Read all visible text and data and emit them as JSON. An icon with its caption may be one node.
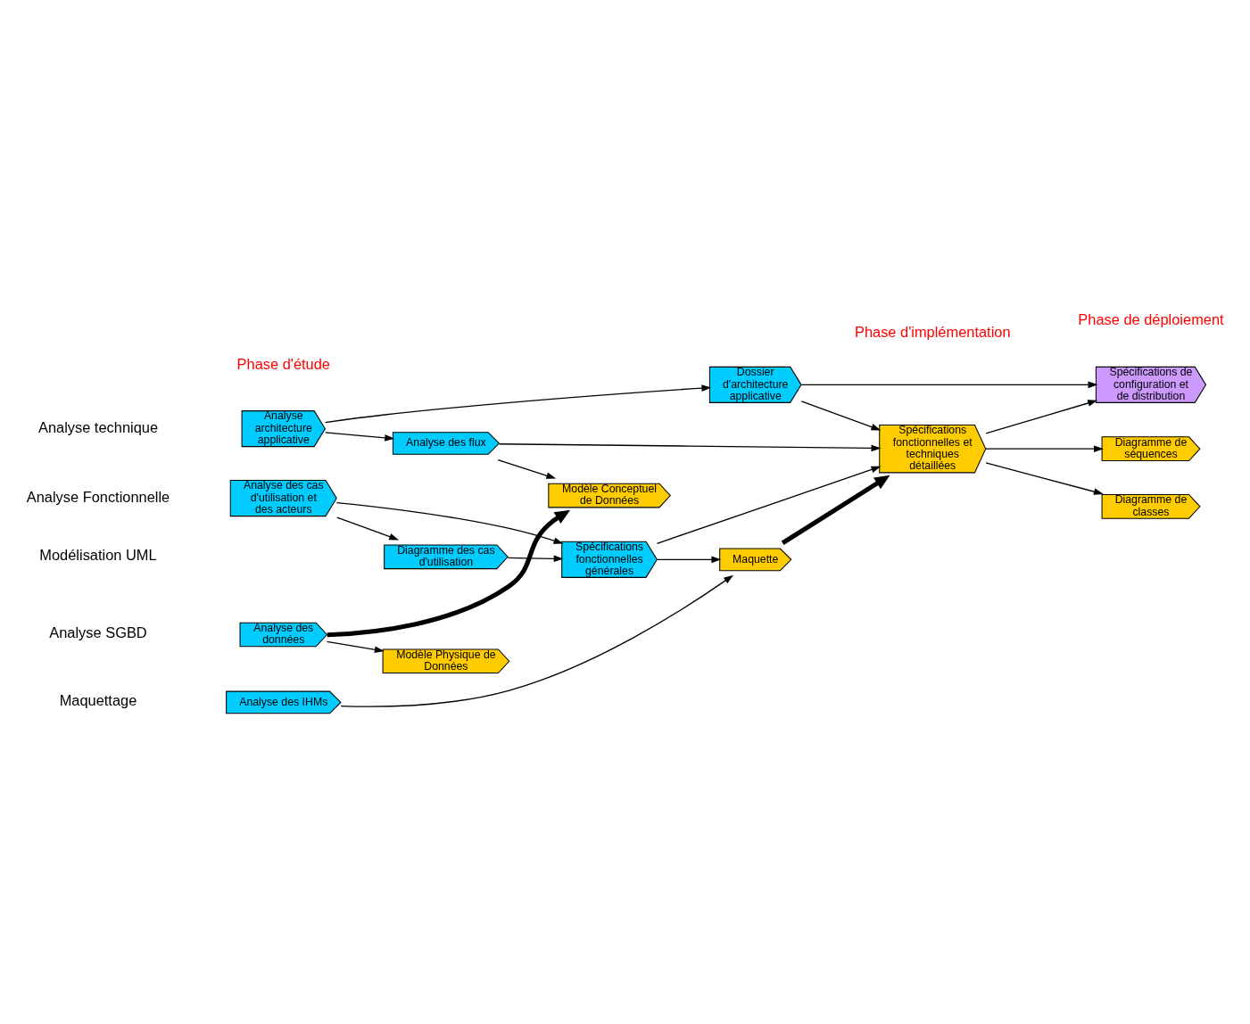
{
  "diagram": {
    "nodes": [
      {
        "text": [
          "Analyse architecture applicative"
        ]
      },
      {
        "text": [
          "Dossier d'architecture applicative"
        ]
      },
      {
        "text": [
          "Spécifications de configuration et de distribution"
        ]
      },
      {
        "text": [
          "Analyse des flux"
        ]
      },
      {
        "text": [
          "Spécifications fonctionnelles et techniques détaillées"
        ]
      },
      {
        "text": [
          "Analyse des cas d'utilisation et des acteurs"
        ]
      },
      {
        "text": [
          "Spécifications fonctionnelles générales"
        ]
      },
      {
        "text": [
          "Diagramme des cas d'utilisation"
        ]
      },
      {
        "text": [
          "Diagramme de classes"
        ]
      },
      {
        "text": [
          "Diagramme de séquences"
        ]
      },
      {
        "text": [
          "Analyse des données"
        ]
      },
      {
        "text": [
          "Modèle Conceptuel de Données"
        ]
      },
      {
        "text": [
          "Modèle Physique de Données"
        ]
      },
      {
        "text": [
          "Analyse des IHMs"
        ]
      },
      {
        "text": [
          "Maquette"
        ]
      }
    ],
    "edges": [
      {
        "from": 0,
        "to": 1,
        "arrow": "to"
      },
      {
        "from": 0,
        "to": 3,
        "arrow": "to"
      },
      {
        "from": 1,
        "to": 2,
        "arrow": "to"
      },
      {
        "from": 1,
        "to": 4,
        "arrow": "to"
      },
      {
        "from": 3,
        "to": 4,
        "arrow": "to"
      },
      {
        "from": 3,
        "to": 11,
        "arrow": "to"
      },
      {
        "from": 5,
        "to": 6,
        "arrow": "to"
      },
      {
        "from": 5,
        "to": 7,
        "arrow": "to"
      },
      {
        "from": 7,
        "to": 6,
        "arrow": "to"
      },
      {
        "from": 6,
        "to": 4,
        "arrow": "to"
      },
      {
        "from": 6,
        "to": 14,
        "arrow": "to"
      },
      {
        "from": 4,
        "to": 2,
        "arrow": "to"
      },
      {
        "from": 4,
        "to": 8,
        "arrow": "to"
      },
      {
        "from": 4,
        "to": 9,
        "arrow": "to"
      },
      {
        "from": 10,
        "to": 11,
        "arrow": "to",
        "style": "thick"
      },
      {
        "from": 10,
        "to": 12,
        "arrow": "to"
      },
      {
        "from": 13,
        "to": 14,
        "arrow": "to"
      },
      {
        "from": 14,
        "to": 4,
        "arrow": "to",
        "style": "thick"
      }
    ],
    "labels": [
      "Phase d'étude",
      "Phase d'implémentation",
      "Phase de déploiement",
      "Analyse technique",
      "Analyse Fonctionnelle",
      "Modélisation UML",
      "Analyse SGBD",
      "Maquettage"
    ]
  }
}
